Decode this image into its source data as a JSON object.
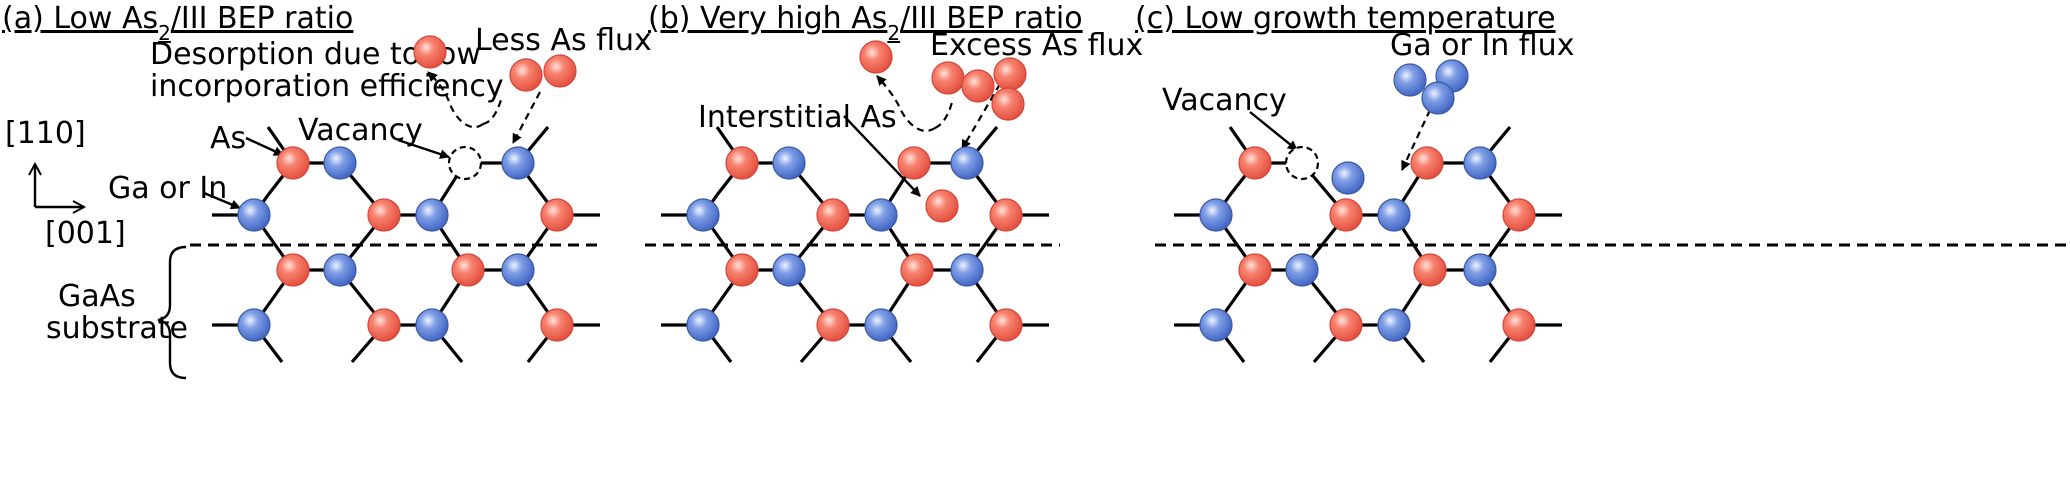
{
  "colors": {
    "as_atom": "#ee4c3e",
    "group_iii_atom": "#3f68c4",
    "line": "#000000"
  },
  "panels": [
    {
      "title": {
        "prefix": "(a) Low As",
        "sub": "2",
        "suffix": "/III BEP ratio"
      },
      "labels": {
        "desorption_line1": "Desorption due to low",
        "desorption_line2": "incorporation efficiency",
        "flux": "Less As flux",
        "as": "As",
        "vacancy": "Vacancy",
        "ga_in": "Ga or In"
      }
    },
    {
      "title": {
        "prefix": "(b) Very high As",
        "sub": "2",
        "suffix": "/III BEP ratio"
      },
      "labels": {
        "flux": "Excess As flux",
        "interstitial": "Interstitial As"
      }
    },
    {
      "title": {
        "prefix": "(c) Low growth temperature",
        "sub": "",
        "suffix": ""
      },
      "labels": {
        "flux": "Ga or In flux",
        "vacancy": "Vacancy"
      }
    }
  ],
  "axes": {
    "vertical": "[110]",
    "horizontal": "[001]"
  },
  "substrate": {
    "line1": "GaAs",
    "line2": "substrate"
  }
}
